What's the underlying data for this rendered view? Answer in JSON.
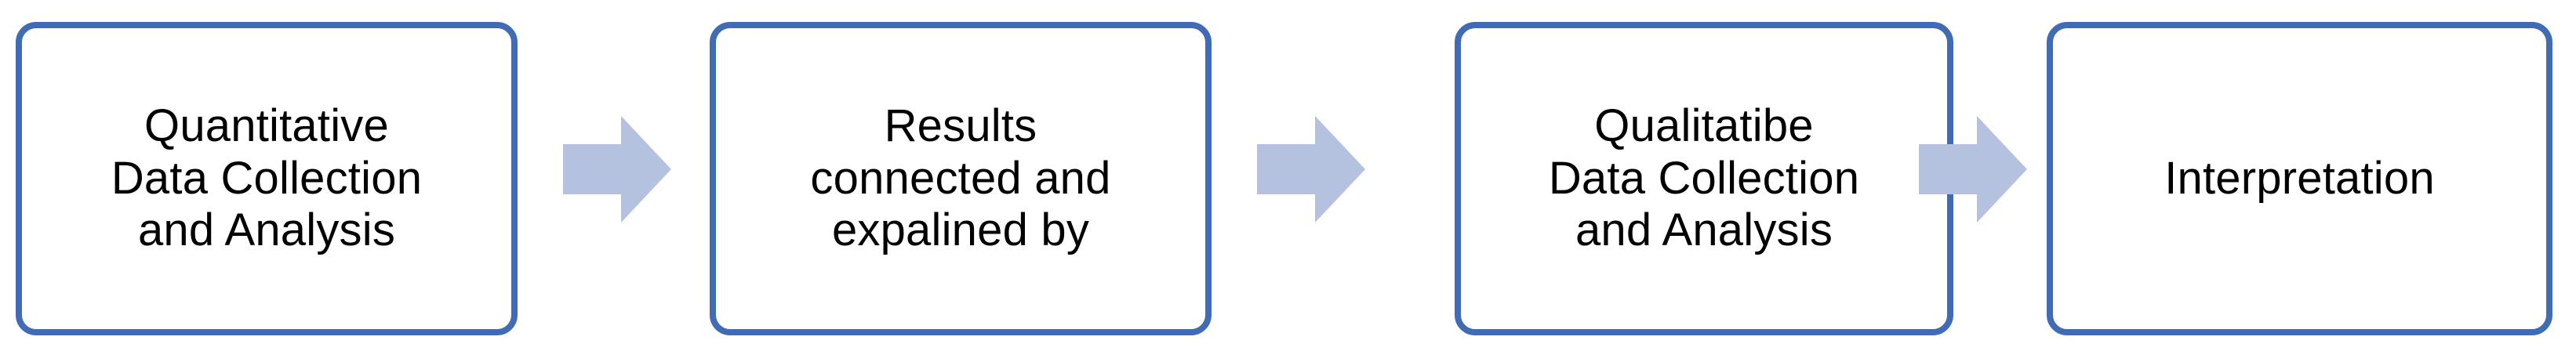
{
  "diagram": {
    "title": "Explanatory Sequential Mixed Methods Flowchart",
    "orientation": "left-to-right",
    "background_color": "#ffffff",
    "node_border_color": "#3f6cb4",
    "node_fill_color": "#ffffff",
    "node_text_color": "#000000",
    "arrow_color": "#b4c2e0"
  },
  "nodes": [
    {
      "id": "node-1",
      "name": "quantitative-phase",
      "label": "Quantitative\nData Collection\nand Analysis",
      "lines": [
        "Quantitative",
        "Data Collection",
        "and Analysis"
      ]
    },
    {
      "id": "node-2",
      "name": "connection-phase",
      "label": "Results\nconnected and\nexpalined by",
      "lines": [
        "Results",
        "connected and",
        "expalined by"
      ]
    },
    {
      "id": "node-3",
      "name": "qualitative-phase",
      "label": "Qualitatibe\nData Collection\nand Analysis",
      "lines": [
        "Qualitatibe",
        "Data Collection",
        "and Analysis"
      ]
    },
    {
      "id": "node-4",
      "name": "interpretation-phase",
      "label": "Interpretation",
      "lines": [
        "Interpretation"
      ]
    }
  ],
  "connectors": [
    {
      "id": "arrow-1",
      "name": "arrow-quantitative-to-connection",
      "direction": "right",
      "from": "node-1",
      "to": "node-2"
    },
    {
      "id": "arrow-2",
      "name": "arrow-connection-to-qualitative",
      "direction": "right",
      "from": "node-2",
      "to": "node-3"
    },
    {
      "id": "arrow-3",
      "name": "arrow-qualitative-to-interpretation",
      "direction": "right",
      "from": "node-3",
      "to": "node-4"
    }
  ]
}
